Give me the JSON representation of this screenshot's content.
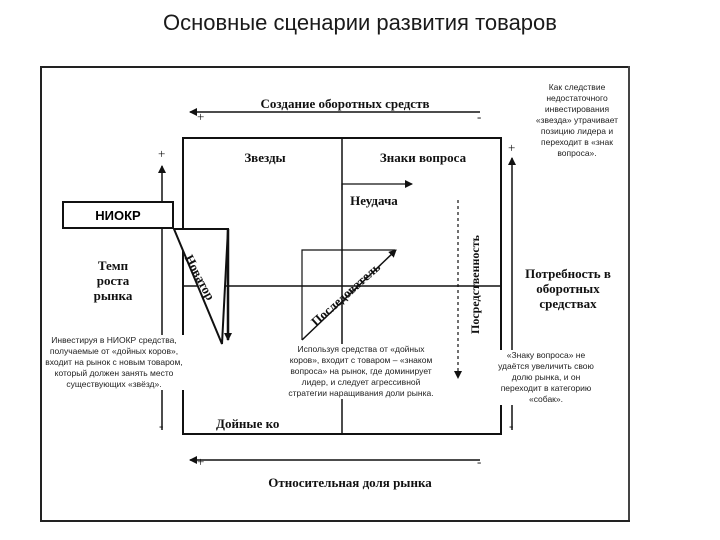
{
  "title": "Основные сценарии развития товаров",
  "axis": {
    "top_label": "Создание оборотных средств",
    "bottom_label": "Относительная доля рынка",
    "left_label_line1": "Темп",
    "left_label_line2": "роста",
    "left_label_line3": "рынка",
    "right_label_line1": "Потребность в",
    "right_label_line2": "оборотных",
    "right_label_line3": "средствах",
    "plus": "+",
    "minus": "-"
  },
  "quadrants": {
    "stars": "Звезды",
    "question_marks": "Знаки вопроса",
    "cash_cows": "Дойные ко"
  },
  "labels": {
    "niokr": "НИОКР",
    "failure": "Неудача",
    "innovator": "Новатор",
    "follower": "Последователь",
    "mediocrity": "Посредственность"
  },
  "notes": {
    "top_right": "Как следствие недостаточного инвестирования «звезда» утрачивает позицию лидера и переходит в «знак вопроса».",
    "left": "Инвестируя в НИОКР средства, получаемые от «дойных коров», входит на рынок с новым товаром, который должен занять место существующих «звёзд».",
    "center": "Используя средства от «дойных коров», входит с товаром – «знаком вопроса» на рынок, где доминирует лидер, и следует агрессивной стратегии наращивания доли рынка.",
    "right": "«Знаку вопроса» не удаётся увеличить свою долю рынка, и он переходит в категорию «собак»."
  }
}
